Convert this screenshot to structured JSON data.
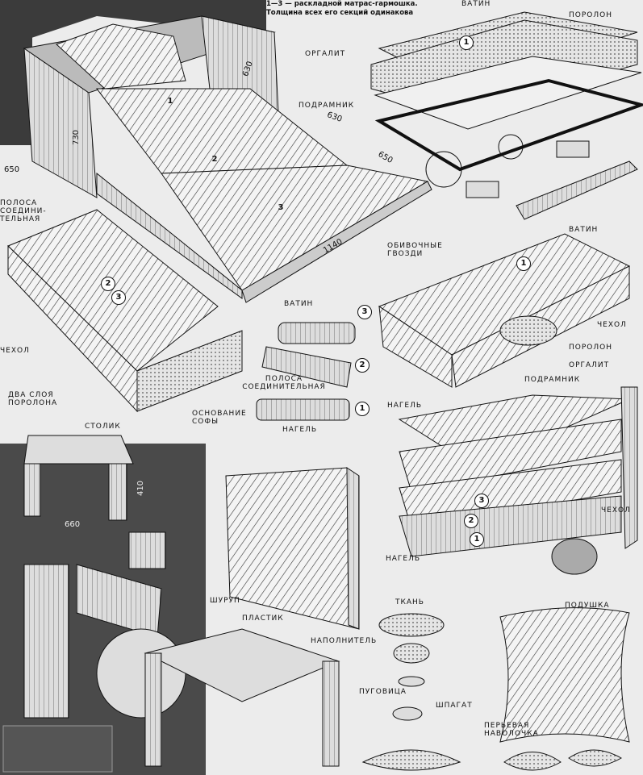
{
  "caption": "1—3 — раскладной матрас-гармошка. Толщина всех его секций одинакова",
  "labels": {
    "vatin_top": "ВАТИН",
    "porolon_top": "ПОРОЛОН",
    "orgalit_top": "ОРГАЛИТ",
    "podramnik_top": "ПОДРАМНИК",
    "polosa_left": "ПОЛОСА СОЕДИНИ-ТЕЛЬНАЯ",
    "chehol_left": "ЧЕХОЛ",
    "dva_sloya": "ДВА СЛОЯ ПОРОЛОНА",
    "vatin_mid": "ВАТИН",
    "polosa_mid": "ПОЛОСА СОЕДИНИТЕЛЬНАЯ",
    "osnovanie": "ОСНОВАНИЕ СОФЫ",
    "nagel_mid": "НАГЕЛЬ",
    "gvozdi": "ОБИВОЧНЫЕ ГВОЗДИ",
    "vatin_right": "ВАТИН",
    "chehol_right": "ЧЕХОЛ",
    "porolon_right": "ПОРОЛОН",
    "orgalit_right": "ОРГАЛИТ",
    "podramnik_right": "ПОДРАМНИК",
    "stolik": "СТОЛИК",
    "nagel_sofa_top": "НАГЕЛЬ",
    "chehol_sofa": "ЧЕХОЛ",
    "nagel_sofa_bottom": "НАГЕЛЬ",
    "shurup": "ШУРУП",
    "plastik": "ПЛАСТИК",
    "tkan": "ТКАНЬ",
    "napolnitel": "НАПОЛНИТЕЛЬ",
    "pugovica": "ПУГОВИЦА",
    "shpagat": "ШПАГАТ",
    "podushka": "ПОДУШКА",
    "perievaya": "ПЕРЬЕВАЯ НАВОЛОЧКА"
  },
  "dimensions": {
    "d630a": "630",
    "d630b": "630",
    "d730": "730",
    "d650a": "650",
    "d650b": "650",
    "d1140": "1140",
    "d410": "410",
    "d660": "660"
  },
  "section_numbers": [
    "1",
    "2",
    "3"
  ]
}
